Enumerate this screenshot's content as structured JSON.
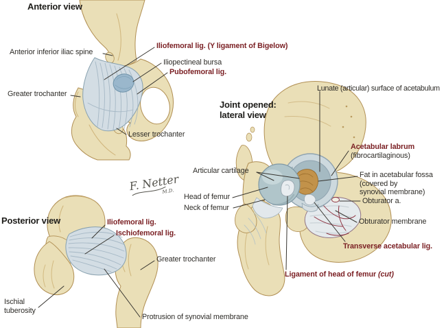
{
  "colors": {
    "label_ink": "#2e2c28",
    "ligament_red": "#7a1f23",
    "bone": "#eadfb7",
    "bone_edge": "#b08e52",
    "ligament_blue": "#d3dde4",
    "cartilage_blue": "#b0c5ca",
    "fossa_orange": "#c2924a",
    "vessel_red": "#8e3341"
  },
  "anterior": {
    "title": "Anterior view",
    "labels": {
      "aiis": "Anterior inferior iliac spine",
      "iliofemoral": "Iliofemoral lig. (Y ligament of Bigelow)",
      "iliopectineal_bursa": "Iliopectineal bursa",
      "pubofemoral": "Pubofemoral lig.",
      "greater_trochanter": "Greater trochanter",
      "lesser_trochanter": "Lesser trochanter"
    }
  },
  "lateral": {
    "title_line1": "Joint opened:",
    "title_line2": "lateral view",
    "labels": {
      "lunate": "Lunate (articular) surface of acetabulum",
      "acetabular_labrum": "Acetabular labrum",
      "acetabular_labrum_sub": "(fibrocartilaginous)",
      "articular_cartilage": "Articular cartilage",
      "head_of_femur": "Head of femur",
      "neck_of_femur": "Neck of femur",
      "fat_line1": "Fat in acetabular fossa",
      "fat_line2": "(covered by",
      "fat_line3": "synovial membrane)",
      "obturator_artery": "Obturator a.",
      "obturator_membrane": "Obturator membrane",
      "transverse_acetabular": "Transverse acetabular lig.",
      "ligament_head_prefix": "Ligament of head of femur ",
      "ligament_head_cut": "(cut)"
    }
  },
  "posterior": {
    "title": "Posterior view",
    "labels": {
      "iliofemoral": "Iliofemoral lig.",
      "ischiofemoral": "Ischiofemoral lig.",
      "greater_trochanter": "Greater trochanter",
      "ischial_line1": "Ischial",
      "ischial_line2": "tuberosity",
      "protrusion": "Protrusion of synovial membrane"
    }
  },
  "signature": {
    "line1": "F. Netter",
    "line2": "M.D."
  }
}
